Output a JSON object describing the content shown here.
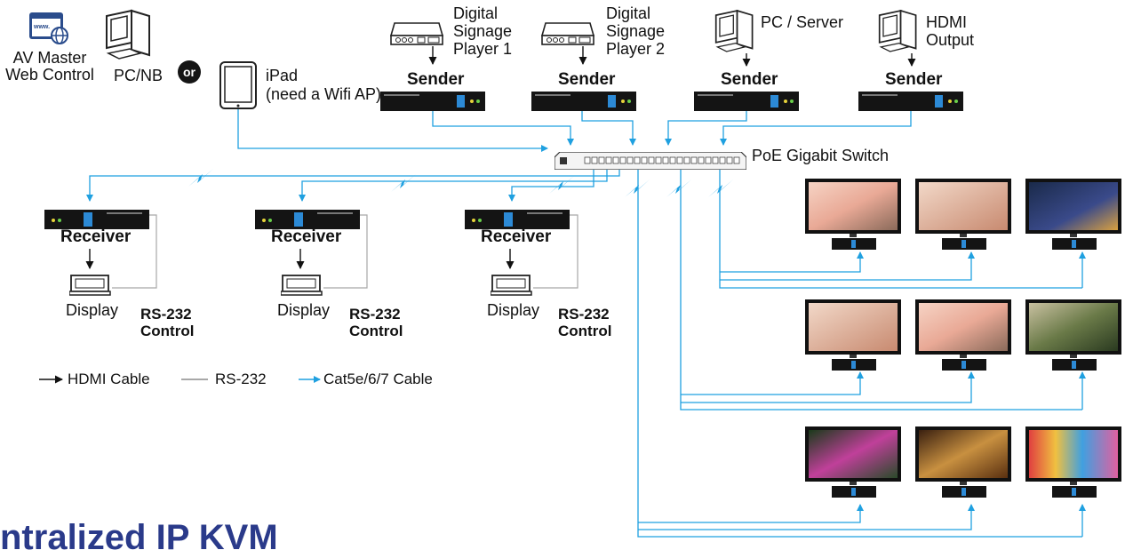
{
  "sources": {
    "web_control": "AV Master Web Control",
    "pc_nb": "PC/NB",
    "or": "or",
    "ipad": "iPad",
    "ipad_note": "(need a Wifi AP)",
    "player1": "Digital Signage Player 1",
    "player2": "Digital Signage Player 2",
    "pc_server": "PC / Server",
    "hdmi_output": "HDMI Output"
  },
  "sender_label": "Sender",
  "switch_label": "PoE Gigabit Switch",
  "receiver_label": "Receiver",
  "display_label": "Display",
  "rs232_label": "RS-232 Control",
  "legend": {
    "hdmi": "HDMI Cable",
    "rs232": "RS-232",
    "cat": "Cat5e/6/7 Cable"
  },
  "colors": {
    "cat_cable": "#1fa0e0",
    "rs232": "#a8a8a8",
    "hdmi": "#111111",
    "title": "#2a3a8a"
  },
  "footer_title": "ntralized IP KVM"
}
